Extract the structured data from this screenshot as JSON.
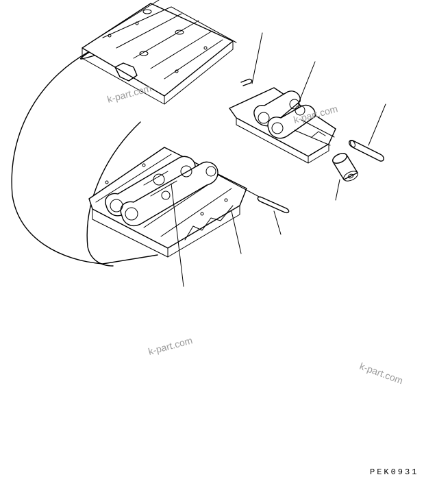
{
  "diagram": {
    "part_code": "PEK0931",
    "watermarks": [
      "k-part.com",
      "k-part.com",
      "k-part.com",
      "k-part.com"
    ],
    "stroke_color": "#000000",
    "watermark_color": "#9a9a9a"
  }
}
